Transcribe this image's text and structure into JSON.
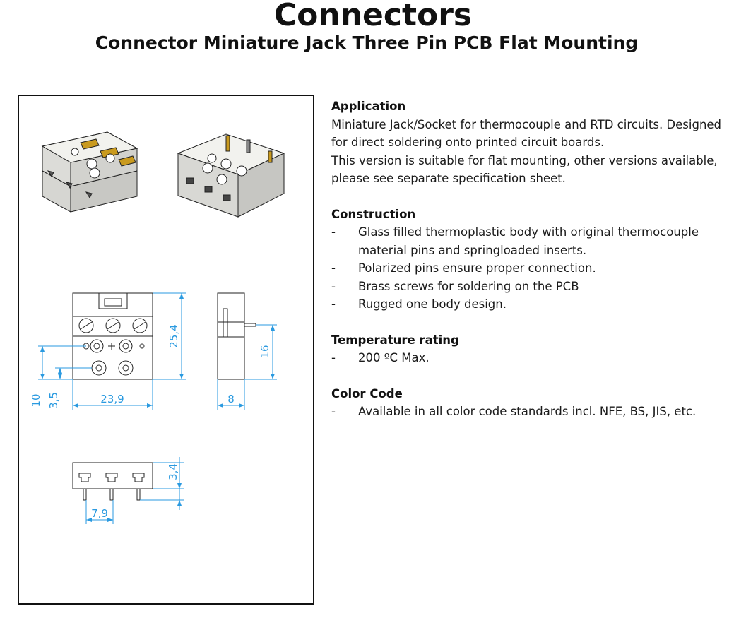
{
  "title": "Connectors",
  "subtitle": "Connector Miniature Jack Three Pin PCB Flat Mounting",
  "drawing": {
    "dimensions": {
      "height_total": "25,4",
      "width": "23,9",
      "offset_10": "10",
      "offset_3_5": "3,5",
      "side_height": "16",
      "side_depth": "8",
      "pin_length": "3,4",
      "pin_pitch": "7,9"
    },
    "colors": {
      "dimension": "#2a9ae0",
      "brass": "#c99a1e",
      "body": "#f2f2ee",
      "outline": "#222222"
    }
  },
  "sections": {
    "application": {
      "heading": "Application",
      "lines": [
        "Miniature Jack/Socket for thermocouple and RTD circuits. Designed",
        "for direct soldering onto printed circuit boards.",
        "This version is suitable for flat mounting, other versions available,",
        "please see separate specification sheet."
      ]
    },
    "construction": {
      "heading": "Construction",
      "dash": "-",
      "items": [
        [
          "Glass filled thermoplastic body with original thermocouple",
          "material pins and springloaded inserts."
        ],
        [
          "Polarized pins ensure proper connection."
        ],
        [
          "Brass screws for soldering on the PCB"
        ],
        [
          "Rugged one body design."
        ]
      ]
    },
    "temperature": {
      "heading": "Temperature rating",
      "dash": "-",
      "items": [
        [
          "200 ºC Max."
        ]
      ]
    },
    "color_code": {
      "heading": "Color Code",
      "dash": "-",
      "items": [
        [
          "Available in all color code standards incl. NFE, BS, JIS, etc."
        ]
      ]
    }
  }
}
